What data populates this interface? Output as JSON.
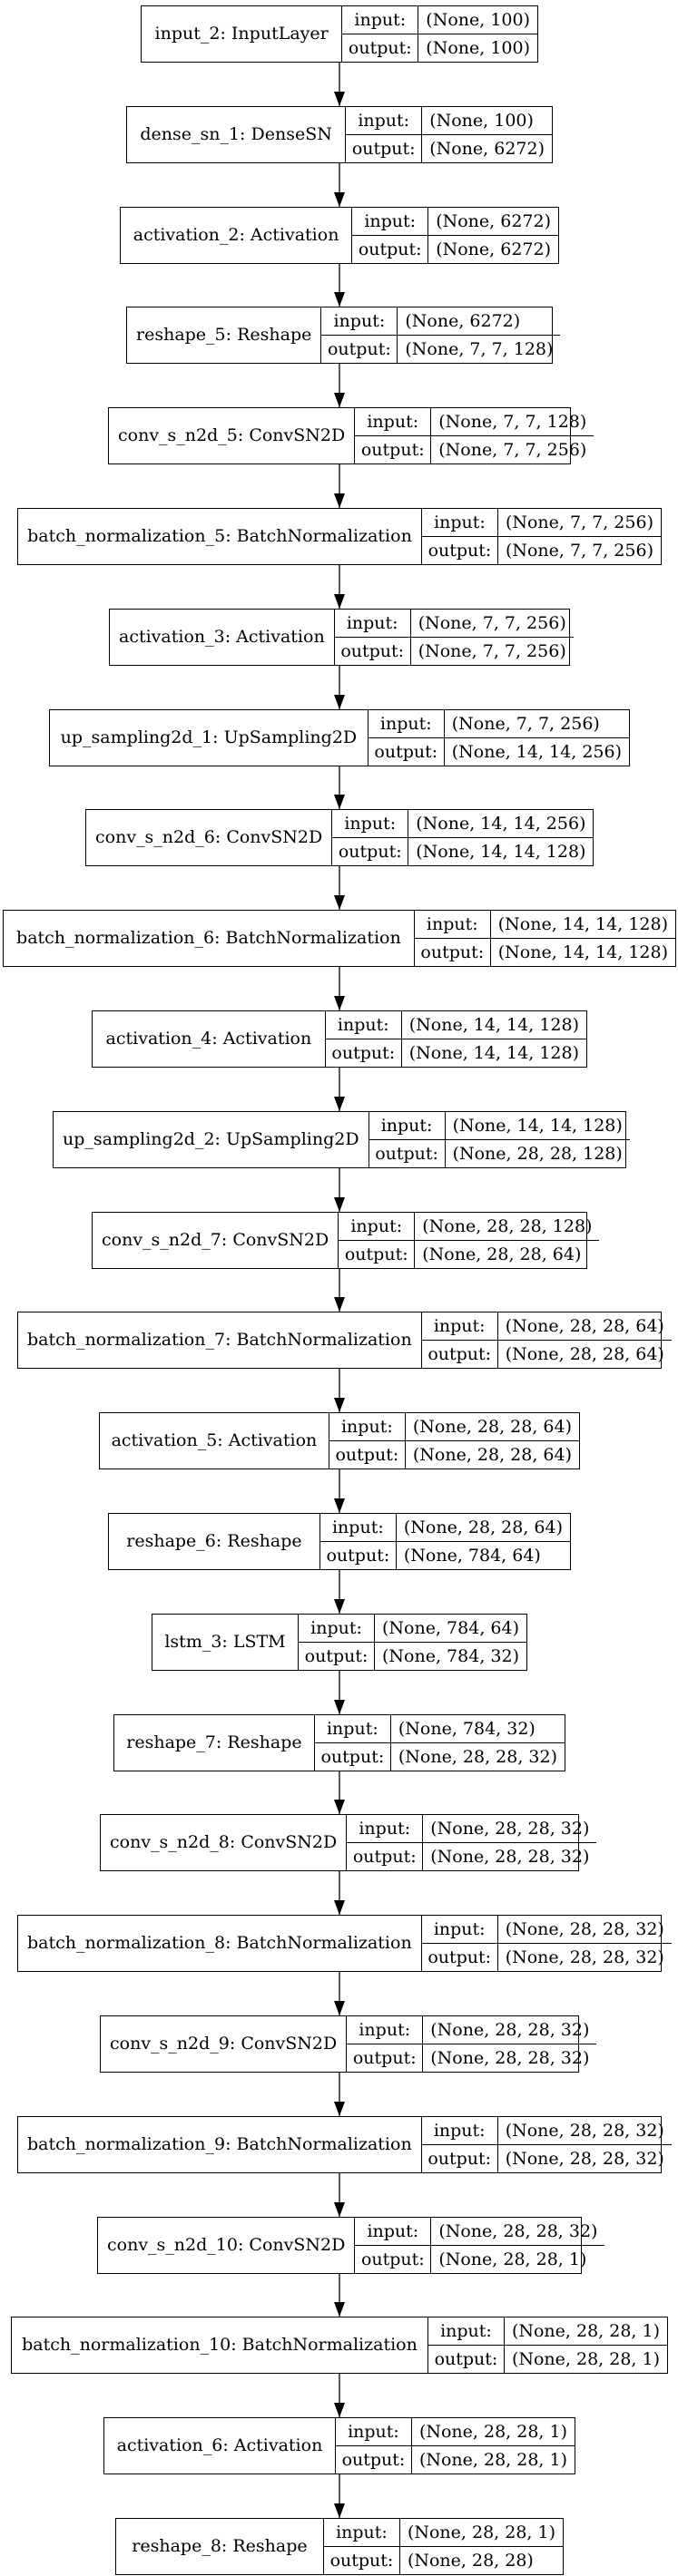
{
  "diagram": {
    "field_labels": {
      "input": "input:",
      "output": "output:"
    },
    "layers": [
      {
        "name": "input_2: InputLayer",
        "input": "(None, 100)",
        "output": "(None, 100)"
      },
      {
        "name": "dense_sn_1: DenseSN",
        "input": "(None, 100)",
        "output": "(None, 6272)"
      },
      {
        "name": "activation_2: Activation",
        "input": "(None, 6272)",
        "output": "(None, 6272)"
      },
      {
        "name": "reshape_5: Reshape",
        "input": "(None, 6272)",
        "output": "(None, 7, 7, 128)"
      },
      {
        "name": "conv_s_n2d_5: ConvSN2D",
        "input": "(None, 7, 7, 128)",
        "output": "(None, 7, 7, 256)"
      },
      {
        "name": "batch_normalization_5: BatchNormalization",
        "input": "(None, 7, 7, 256)",
        "output": "(None, 7, 7, 256)"
      },
      {
        "name": "activation_3: Activation",
        "input": "(None, 7, 7, 256)",
        "output": "(None, 7, 7, 256)"
      },
      {
        "name": "up_sampling2d_1: UpSampling2D",
        "input": "(None, 7, 7, 256)",
        "output": "(None, 14, 14, 256)"
      },
      {
        "name": "conv_s_n2d_6: ConvSN2D",
        "input": "(None, 14, 14, 256)",
        "output": "(None, 14, 14, 128)"
      },
      {
        "name": "batch_normalization_6: BatchNormalization",
        "input": "(None, 14, 14, 128)",
        "output": "(None, 14, 14, 128)"
      },
      {
        "name": "activation_4: Activation",
        "input": "(None, 14, 14, 128)",
        "output": "(None, 14, 14, 128)"
      },
      {
        "name": "up_sampling2d_2: UpSampling2D",
        "input": "(None, 14, 14, 128)",
        "output": "(None, 28, 28, 128)"
      },
      {
        "name": "conv_s_n2d_7: ConvSN2D",
        "input": "(None, 28, 28, 128)",
        "output": "(None, 28, 28, 64)"
      },
      {
        "name": "batch_normalization_7: BatchNormalization",
        "input": "(None, 28, 28, 64)",
        "output": "(None, 28, 28, 64)"
      },
      {
        "name": "activation_5: Activation",
        "input": "(None, 28, 28, 64)",
        "output": "(None, 28, 28, 64)"
      },
      {
        "name": "reshape_6: Reshape",
        "input": "(None, 28, 28, 64)",
        "output": "(None, 784, 64)"
      },
      {
        "name": "lstm_3: LSTM",
        "input": "(None, 784, 64)",
        "output": "(None, 784, 32)"
      },
      {
        "name": "reshape_7: Reshape",
        "input": "(None, 784, 32)",
        "output": "(None, 28, 28, 32)"
      },
      {
        "name": "conv_s_n2d_8: ConvSN2D",
        "input": "(None, 28, 28, 32)",
        "output": "(None, 28, 28, 32)"
      },
      {
        "name": "batch_normalization_8: BatchNormalization",
        "input": "(None, 28, 28, 32)",
        "output": "(None, 28, 28, 32)"
      },
      {
        "name": "conv_s_n2d_9: ConvSN2D",
        "input": "(None, 28, 28, 32)",
        "output": "(None, 28, 28, 32)"
      },
      {
        "name": "batch_normalization_9: BatchNormalization",
        "input": "(None, 28, 28, 32)",
        "output": "(None, 28, 28, 32)"
      },
      {
        "name": "conv_s_n2d_10: ConvSN2D",
        "input": "(None, 28, 28, 32)",
        "output": "(None, 28, 28, 1)"
      },
      {
        "name": "batch_normalization_10: BatchNormalization",
        "input": "(None, 28, 28, 1)",
        "output": "(None, 28, 28, 1)"
      },
      {
        "name": "activation_6: Activation",
        "input": "(None, 28, 28, 1)",
        "output": "(None, 28, 28, 1)"
      },
      {
        "name": "reshape_8: Reshape",
        "input": "(None, 28, 28, 1)",
        "output": "(None, 28, 28)"
      }
    ]
  }
}
